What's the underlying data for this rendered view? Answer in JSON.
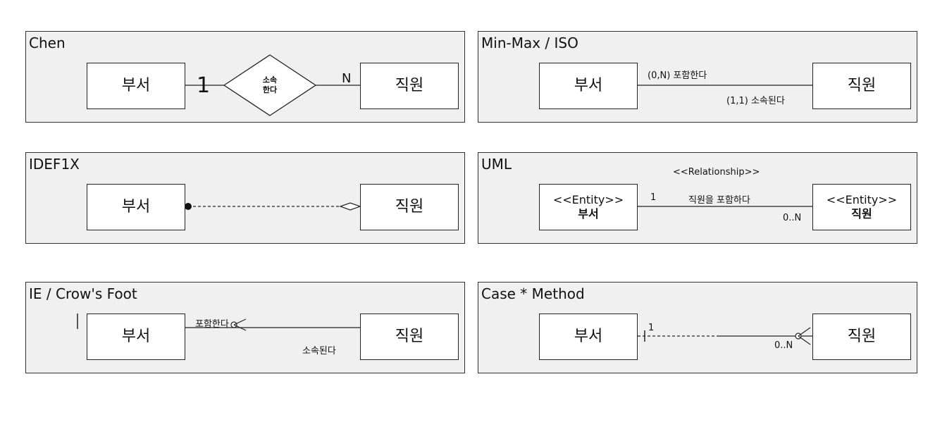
{
  "panels": {
    "chen": {
      "title": "Chen",
      "left_entity": "부서",
      "right_entity": "직원",
      "relationship_line1": "소속",
      "relationship_line2": "한다",
      "left_card": "1",
      "right_card": "N"
    },
    "minmax": {
      "title": "Min-Max / ISO",
      "left_entity": "부서",
      "right_entity": "직원",
      "top_label": "(0,N) 포함한다",
      "bottom_label": "(1,1) 소속된다"
    },
    "idef1x": {
      "title": "IDEF1X",
      "left_entity": "부서",
      "right_entity": "직원"
    },
    "uml": {
      "title": "UML",
      "relationship_stereotype": "<<Relationship>>",
      "left_stereotype": "<<Entity>>",
      "left_entity": "부서",
      "right_stereotype": "<<Entity>>",
      "right_entity": "직원",
      "left_mult": "1",
      "right_mult": "0..N",
      "relationship_label": "직원을 포함하다"
    },
    "crowsfoot": {
      "title": "IE / Crow's Foot",
      "left_entity": "부서",
      "right_entity": "직원",
      "top_label": "포함한다",
      "bottom_label": "소속된다"
    },
    "casemethod": {
      "title": "Case * Method",
      "left_entity": "부서",
      "right_entity": "직원",
      "left_card": "1",
      "right_card": "0..N"
    }
  }
}
